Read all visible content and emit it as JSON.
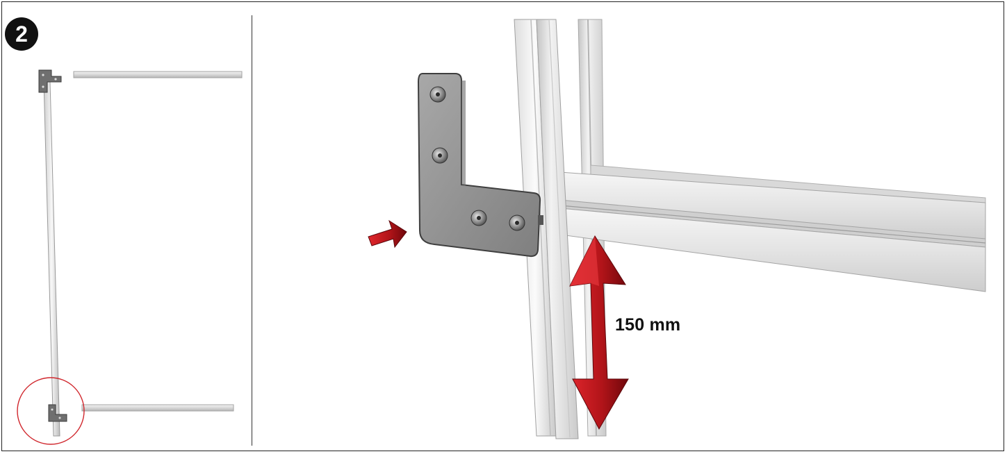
{
  "step": {
    "number": "2"
  },
  "detail": {
    "measurement_label": "150 mm"
  },
  "colors": {
    "badge": "#111111",
    "arrow_red": "#c8161d",
    "arrow_dark": "#7a0a0e",
    "bracket": "#8f8f8f",
    "profile": "#e6e6e6",
    "callout_circle": "#d0262c"
  },
  "icons": [
    "step-number-badge",
    "corner-bracket",
    "insert-direction-arrow",
    "double-headed-measure-arrow",
    "detail-callout-circle"
  ]
}
